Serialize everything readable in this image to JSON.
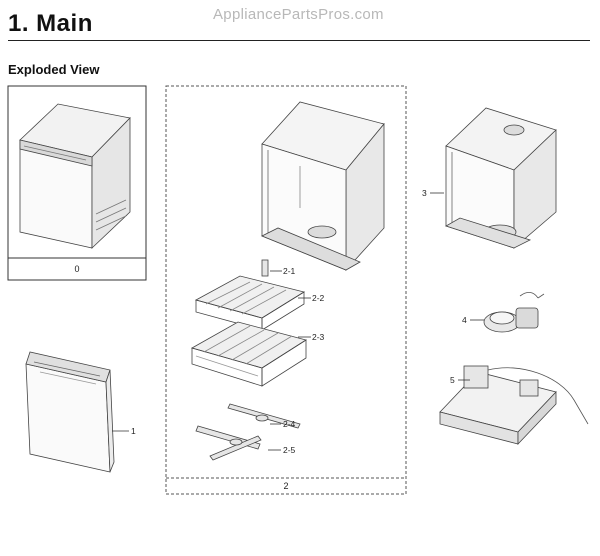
{
  "watermark": "AppliancePartsPros.com",
  "header": {
    "title": "1.  Main",
    "subtitle": "Exploded View"
  },
  "panels": {
    "assembly": "0",
    "tub_group": "2"
  },
  "callouts": {
    "door": "1",
    "tub": "3",
    "pump": "4",
    "base": "5",
    "upper_rack_rail": "2-1",
    "upper_rack": "2-2",
    "lower_rack": "2-3",
    "upper_spray_arm": "2-4",
    "lower_spray_arm": "2-5"
  }
}
